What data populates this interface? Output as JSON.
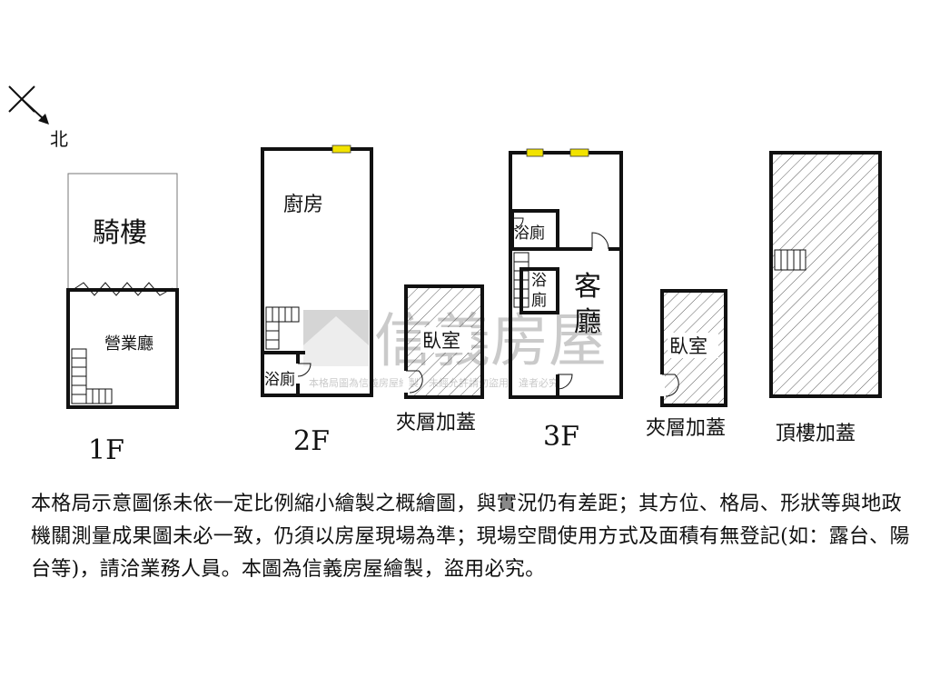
{
  "compass": {
    "label": "北"
  },
  "floors": {
    "f1": {
      "arcade": "騎樓",
      "room": "營業廳",
      "label": "1F"
    },
    "f2": {
      "kitchen": "廚房",
      "bath": "浴廁",
      "label": "2F"
    },
    "m2": {
      "room": "臥室",
      "label": "夾層加蓋"
    },
    "f3": {
      "bath_top": "浴廁",
      "bath_mid_1": "浴",
      "bath_mid_2": "廁",
      "living_1": "客",
      "living_2": "廳",
      "label": "3F"
    },
    "m3": {
      "room": "臥室",
      "label": "夾層加蓋"
    },
    "roof": {
      "label": "頂樓加蓋"
    }
  },
  "watermark": {
    "brand": "信義房屋",
    "notice": "本格局圖為信義房屋繪製，未經允許請勿盜用，違者必究"
  },
  "disclaimer": "本格局示意圖係未依一定比例縮小繪製之概繪圖，與實況仍有差距；其方位、格局、形狀等與地政機關測量成果圖未必一致，仍須以房屋現場為準；現場空間使用方式及面積有無登記(如：露台、陽台等)，請洽業務人員。本圖為信義房屋繪製，盜用必究。",
  "colors": {
    "wall": "#111111",
    "window": "#f2e300",
    "watermark": "#b9b9b9"
  }
}
